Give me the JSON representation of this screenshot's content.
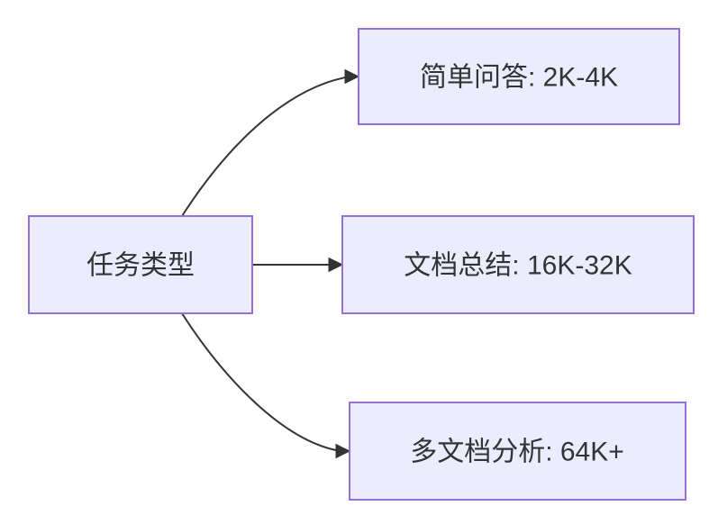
{
  "diagram": {
    "type": "flowchart",
    "direction": "LR",
    "nodes": [
      {
        "id": "task-type",
        "label": "任务类型"
      },
      {
        "id": "simple-qa",
        "label": "简单问答: 2K-4K"
      },
      {
        "id": "doc-summary",
        "label": "文档总结: 16K-32K"
      },
      {
        "id": "multi-doc-analysis",
        "label": "多文档分析: 64K+"
      }
    ],
    "edges": [
      {
        "from": "task-type",
        "to": "simple-qa"
      },
      {
        "from": "task-type",
        "to": "doc-summary"
      },
      {
        "from": "task-type",
        "to": "multi-doc-analysis"
      }
    ],
    "theme": {
      "node_fill": "#ECECFF",
      "node_border": "#9370DB",
      "edge_color": "#333333",
      "text_color": "#333333",
      "background": "#FFFFFF"
    }
  }
}
